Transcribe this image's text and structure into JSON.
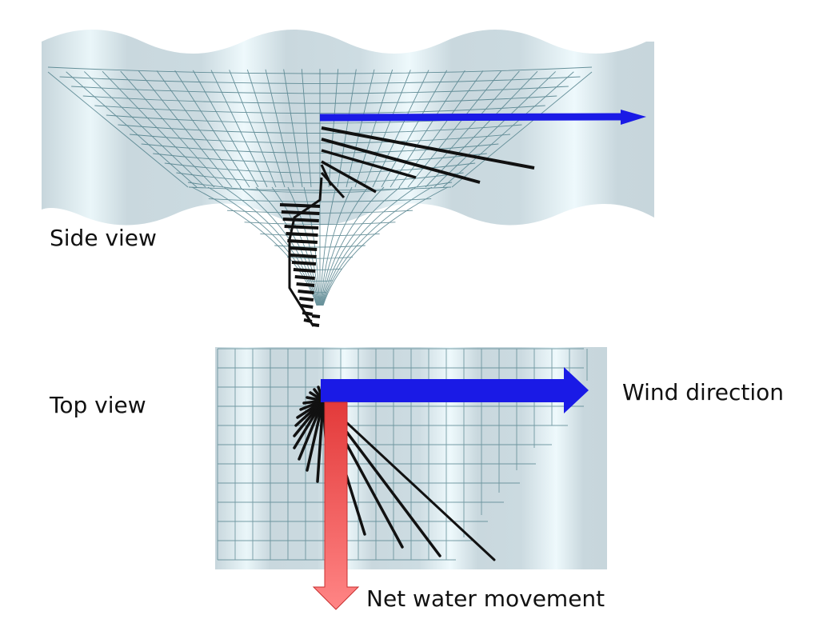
{
  "labels": {
    "side_view": "Side view",
    "top_view": "Top view",
    "wind_direction": "Wind direction",
    "net_water_movement": "Net water movement"
  },
  "colors": {
    "panel_base": "#cfdde3",
    "panel_highlight": "#eef8fb",
    "grid_line": "#4f7f8a",
    "wind_arrow": "#1a1ae6",
    "net_arrow": "#f05a5a",
    "current_vector": "#111111"
  }
}
